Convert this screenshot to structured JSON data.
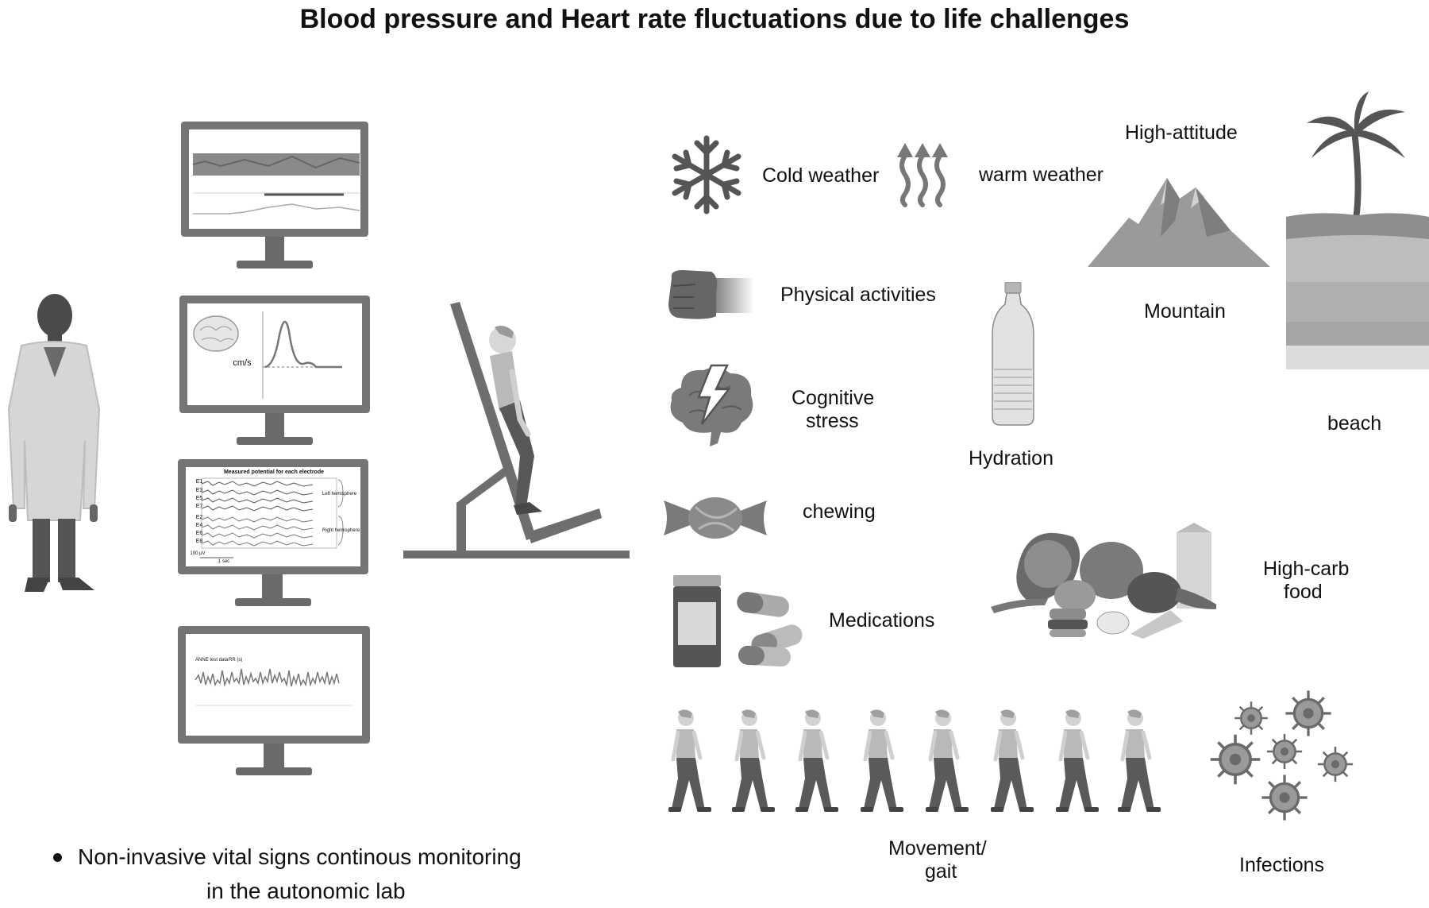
{
  "title": "Blood pressure and Heart rate fluctuations due to life challenges",
  "labels": {
    "cold": "Cold weather",
    "warm": "warm weather",
    "high_altitude": "High-attitude",
    "mountain": "Mountain",
    "beach": "beach",
    "physical": "Physical activities",
    "cognitive_1": "Cognitive",
    "cognitive_2": "stress",
    "hydration": "Hydration",
    "chewing": "chewing",
    "medications": "Medications",
    "highcarb_1": "High-carb",
    "highcarb_2": "food",
    "movement_1": "Movement/",
    "movement_2": "gait",
    "infections": "Infections"
  },
  "monitors": {
    "cbf_unit": "cm/s",
    "eeg_title": "Measured potential for each electrode",
    "eeg_channels": [
      "E1",
      "E3",
      "E5",
      "E7",
      "E2",
      "E4",
      "E6",
      "E8"
    ],
    "eeg_left": "Left hemisphere",
    "eeg_right": "Right hemisphere",
    "eeg_scale_v": "100 µV",
    "eeg_scale_t": "1 sec",
    "ecg_legend_a": "ANNE test data",
    "ecg_legend_b": "RR (s)"
  },
  "footer": {
    "line1": "Non-invasive vital signs continous monitoring",
    "line2": "in the autonomic lab"
  },
  "colors": {
    "icon_dark": "#5a5a5a",
    "icon_mid": "#8a8a8a",
    "icon_light": "#c4c4c4",
    "text": "#111111"
  }
}
